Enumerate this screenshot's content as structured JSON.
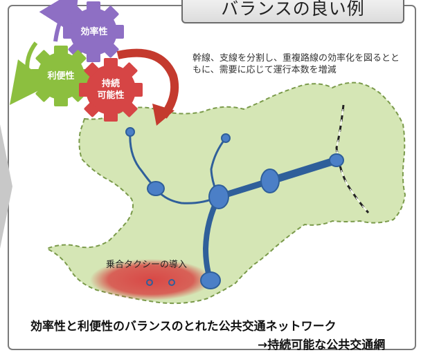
{
  "title": "バランスの良い例",
  "description": "幹線、支線を分割し、重複路線の効率化を図るとともに、需要に応じて運行本数を増減",
  "gears": {
    "efficiency": "効率性",
    "convenience": "利便性",
    "sustainability": "持続\n可能性"
  },
  "taxi_label": "乗合タクシーの導入",
  "bottom_line1": "効率性と利便性のバランスのとれた公共交通ネットワーク",
  "bottom_line2": "→持続可能な公共交通網",
  "colors": {
    "efficiency_gear": "#8e6fc4",
    "convenience_gear": "#8cbf3f",
    "sustainability_gear": "#d64545",
    "region_fill": "#d5e6b5",
    "route": "#2f5f9a",
    "node": "#4b7fc7"
  }
}
